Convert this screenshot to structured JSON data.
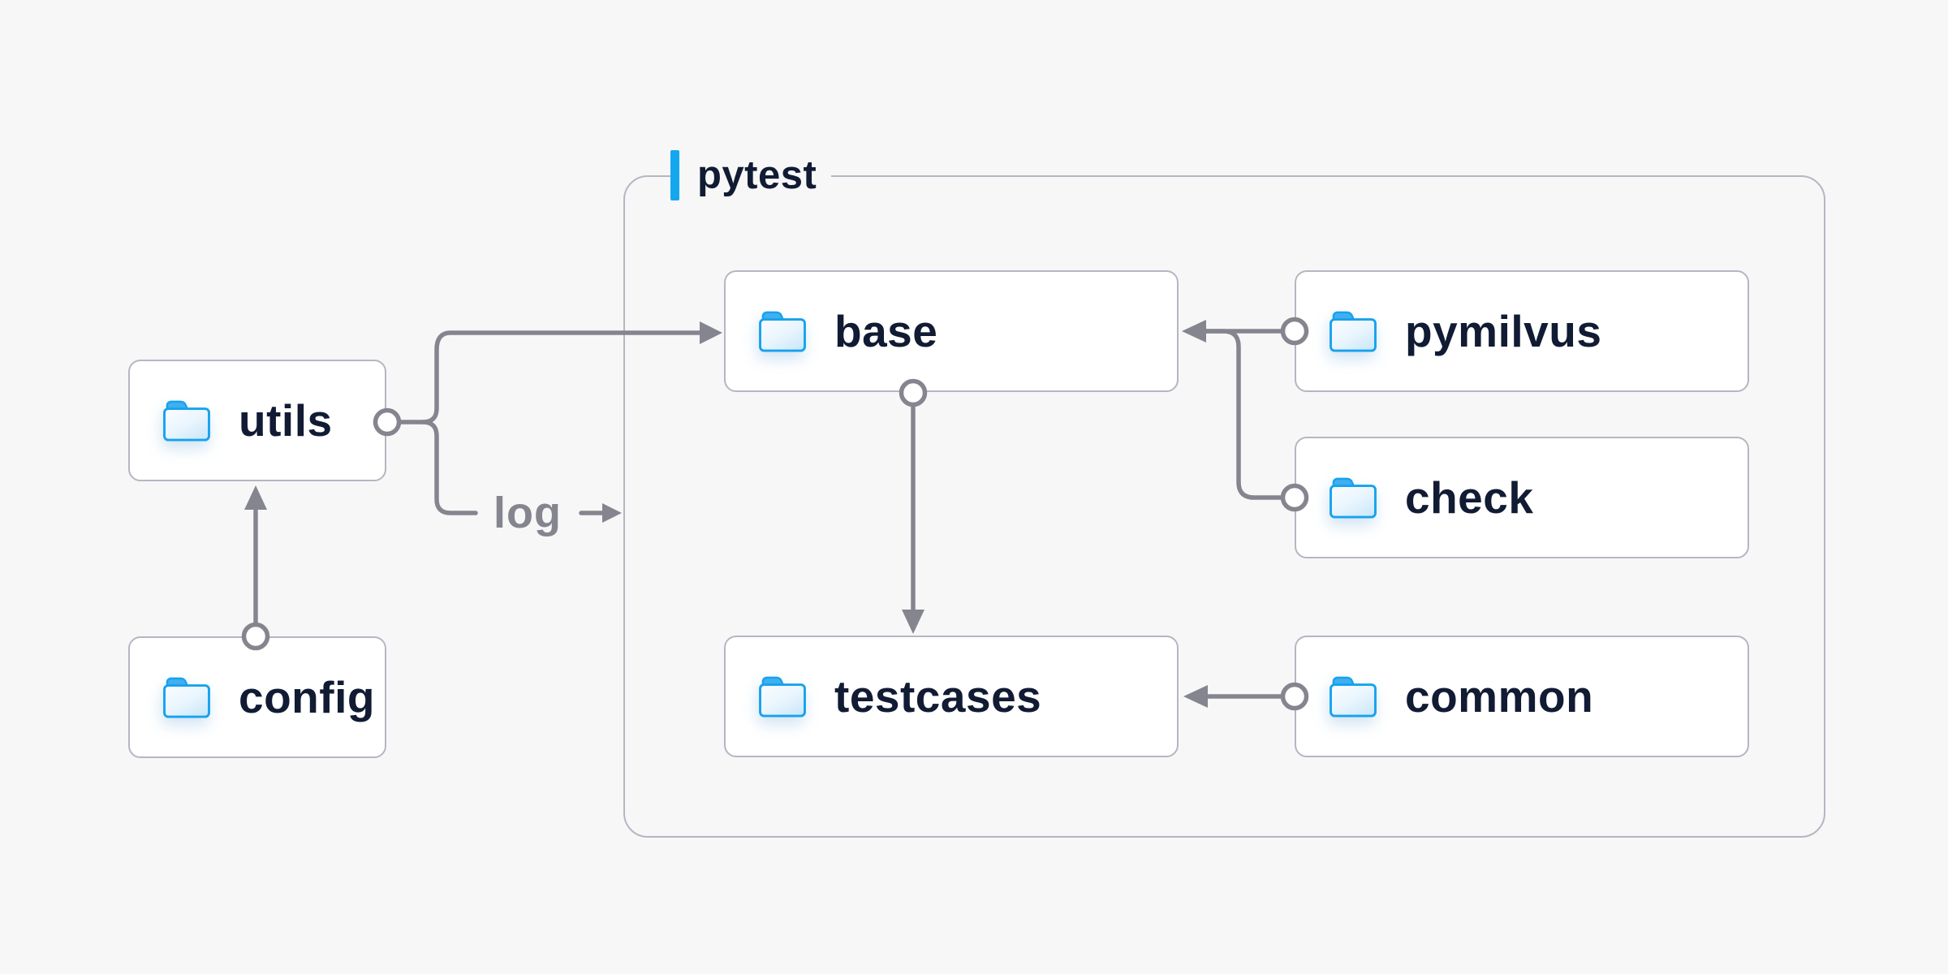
{
  "diagram": {
    "background_color": "#f7f7f8",
    "group": {
      "label": "pytest",
      "accent_color": "#14a7f0",
      "border_color": "#b6b6c2"
    },
    "nodes": {
      "utils": {
        "label": "utils",
        "icon": "folder-icon"
      },
      "config": {
        "label": "config",
        "icon": "folder-icon"
      },
      "base": {
        "label": "base",
        "icon": "folder-icon"
      },
      "testcases": {
        "label": "testcases",
        "icon": "folder-icon"
      },
      "pymilvus": {
        "label": "pymilvus",
        "icon": "folder-icon"
      },
      "check": {
        "label": "check",
        "icon": "folder-icon"
      },
      "common": {
        "label": "common",
        "icon": "folder-icon"
      }
    },
    "edges": [
      {
        "from": "config",
        "to": "utils",
        "label": ""
      },
      {
        "from": "utils",
        "to": "base",
        "label": ""
      },
      {
        "from": "utils",
        "to": "pytest",
        "label": "log"
      },
      {
        "from": "pymilvus",
        "to": "base",
        "label": ""
      },
      {
        "from": "check",
        "to": "base",
        "label": ""
      },
      {
        "from": "base",
        "to": "testcases",
        "label": ""
      },
      {
        "from": "common",
        "to": "testcases",
        "label": ""
      }
    ],
    "colors": {
      "line": "#85858f",
      "node_border": "#b6b6c2",
      "node_background": "#ffffff",
      "text": "#111b33",
      "folder_stroke": "#16a2ee",
      "folder_tab": "#40aff0",
      "folder_fill_light": "#fbfdff",
      "folder_fill_dark": "#cde8fa"
    }
  }
}
